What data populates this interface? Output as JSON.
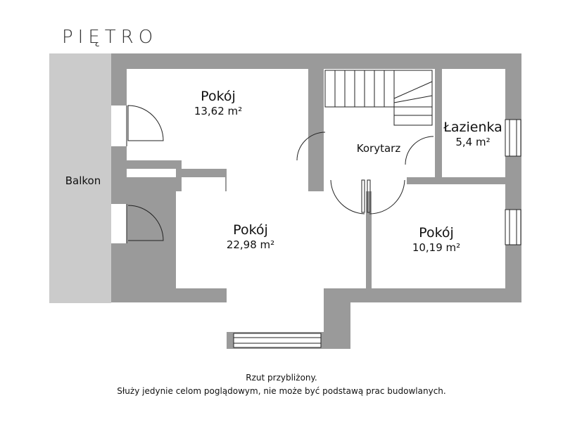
{
  "title": "PIĘTRO",
  "rooms": {
    "room1": {
      "name": "Pokój",
      "area": "13,62 m²"
    },
    "room2": {
      "name": "Pokój",
      "area": "22,98 m²"
    },
    "room3": {
      "name": "Pokój",
      "area": "10,19 m²"
    },
    "bathroom": {
      "name": "Łazienka",
      "area": "5,4 m²"
    },
    "corridor": {
      "name": "Korytarz"
    },
    "balcony": {
      "name": "Balkon"
    }
  },
  "footer": {
    "line1": "Rzut przybliżony.",
    "line2": "Służy jedynie celom poglądowym, nie może być podstawą prac budowlanych."
  },
  "colors": {
    "wall": "#9a9a9a",
    "balcony": "#cbcbcb",
    "line": "#222222"
  }
}
